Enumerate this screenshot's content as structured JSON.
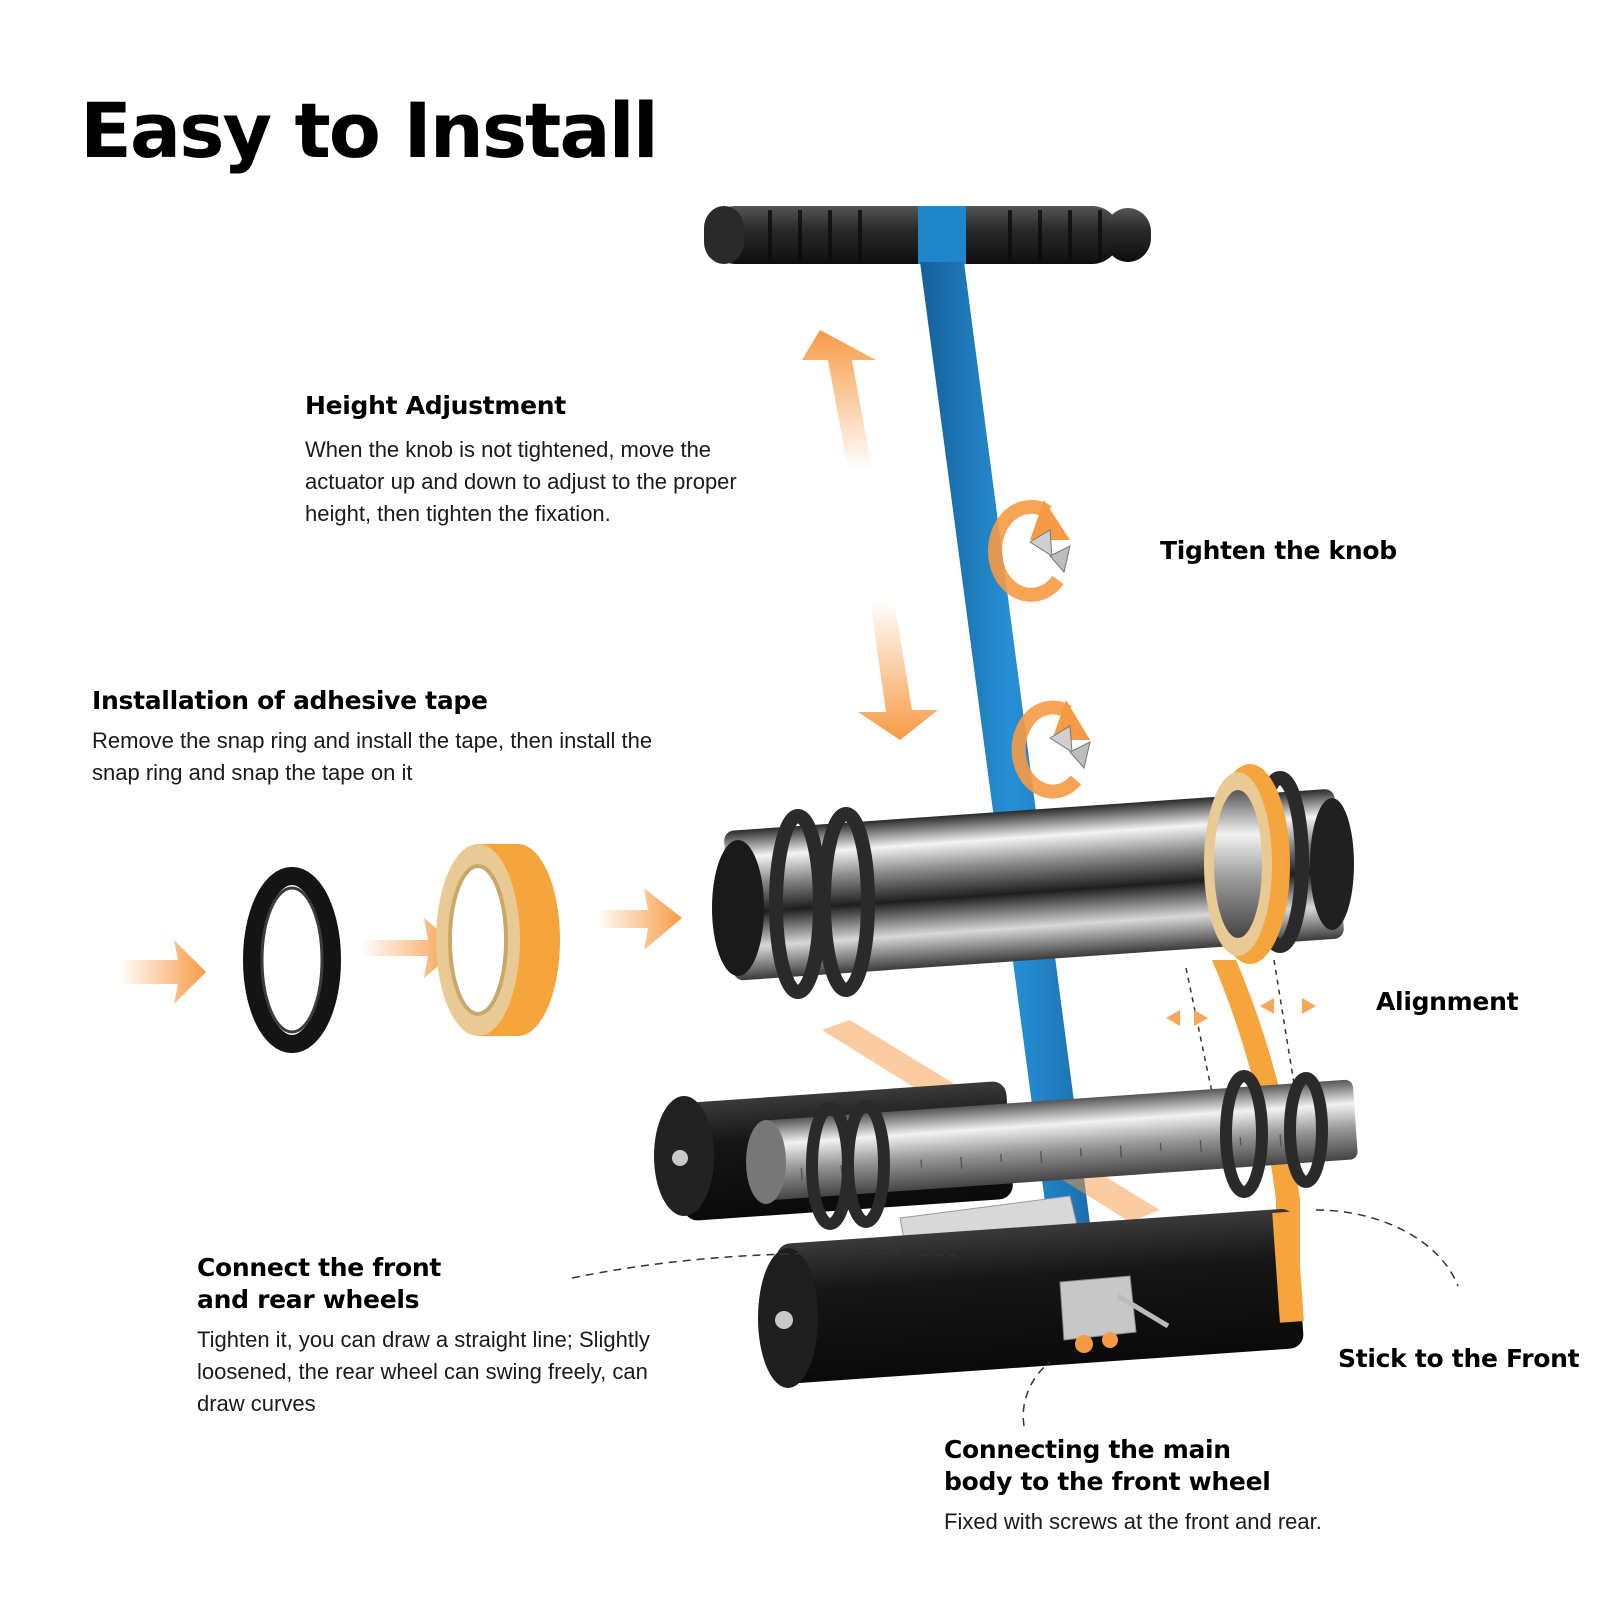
{
  "title": "Easy to Install",
  "sections": {
    "height_adjustment": {
      "heading": "Height Adjustment",
      "body": "When the knob is not tightened, move the actuator up and down to adjust to the proper height, then tighten the fixation."
    },
    "adhesive_tape": {
      "heading": "Installation of adhesive tape",
      "body": "Remove the snap ring and install the tape, then install the snap ring and snap the tape on it"
    },
    "connect_wheels": {
      "heading": "Connect the front and rear wheels",
      "body": "Tighten it, you can draw a straight line; Slightly loosened, the rear wheel can swing freely, can draw curves"
    },
    "main_body": {
      "heading": "Connecting the main body to the front wheel",
      "body": "Fixed with screws at the front and rear."
    }
  },
  "labels": {
    "tighten_knob": "Tighten the knob",
    "alignment": "Alignment",
    "stick_front": "Stick to the Front"
  },
  "colors": {
    "frame_blue": "#1f7fc2",
    "arrow_orange": "#f79a45",
    "tape_orange": "#f6a43c",
    "roller_black": "#1b1b1b"
  },
  "icons": [
    "up-arrow-icon",
    "down-arrow-icon",
    "right-arrow-icon",
    "rotate-icon",
    "wing-nut-icon"
  ]
}
